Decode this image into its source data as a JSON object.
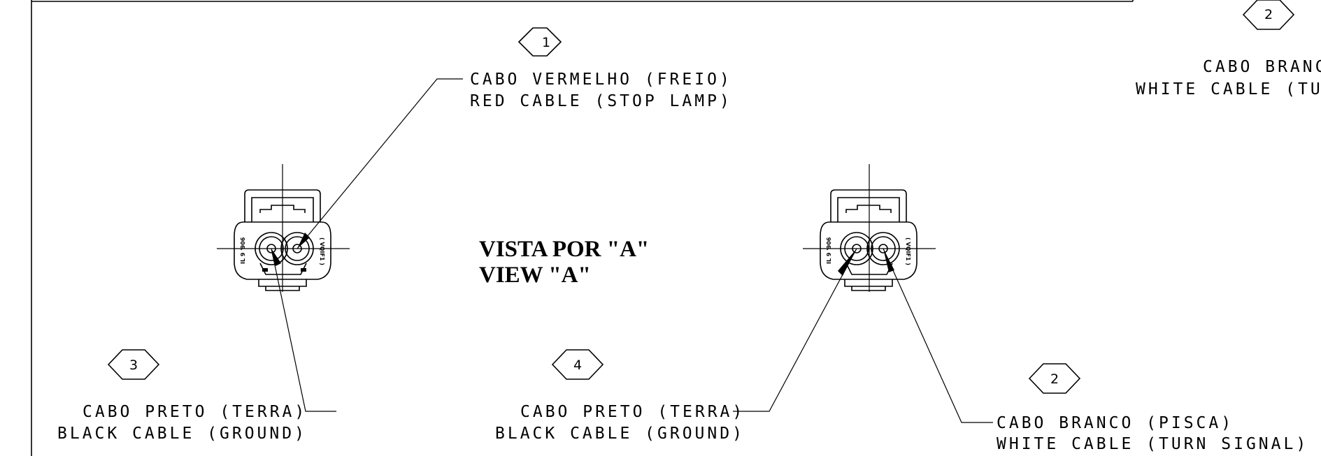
{
  "view": {
    "title_pt": "VISTA POR \"A\"",
    "title_en": "VIEW \"A\""
  },
  "callouts": [
    {
      "num": "1",
      "pt": "CABO VERMELHO (FREIO)",
      "en": "RED CABLE (STOP LAMP)"
    },
    {
      "num": "2",
      "pt": "CABO BRANCO",
      "en": "WHITE CABLE (TURN"
    },
    {
      "num": "3",
      "pt": "CABO PRETO (TERRA)",
      "en": "BLACK CABLE (GROUND)"
    },
    {
      "num": "4",
      "pt": "CABO PRETO (TERRA)",
      "en": "BLACK CABLE (GROUND)"
    },
    {
      "num": "2",
      "pt": "CABO BRANCO (PISCA)",
      "en": "WHITE CABLE (TURN SIGNAL)"
    }
  ],
  "connector_marks": {
    "part_code": "IL 9 '906",
    "side_mark": "( VQIF1 )"
  }
}
